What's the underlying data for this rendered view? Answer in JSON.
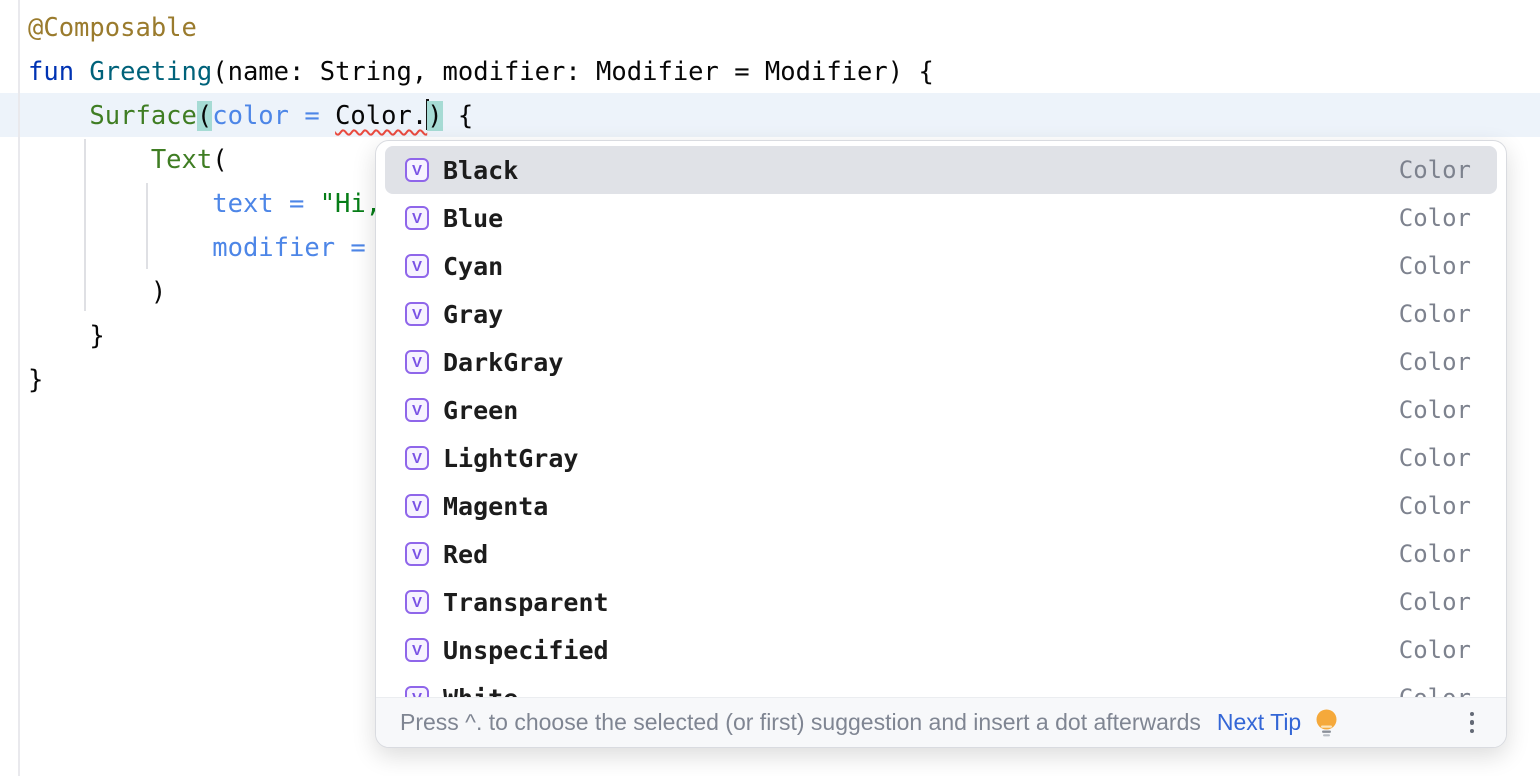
{
  "editor": {
    "lines": [
      {
        "segments": [
          {
            "t": "@Composable"
          }
        ]
      },
      {
        "segments": [
          {
            "t": "fun"
          },
          {
            "t": " "
          },
          {
            "t": "Greeting"
          },
          {
            "t": "(name: String, modifier: Modifier = Modifier) {"
          }
        ]
      },
      {
        "segments": [
          {
            "t": "    "
          },
          {
            "t": "Surface"
          },
          {
            "t": "("
          },
          {
            "t": "color = "
          },
          {
            "t": "Color."
          },
          {
            "t": ")"
          },
          {
            "t": " {"
          }
        ]
      },
      {
        "segments": [
          {
            "t": "        "
          },
          {
            "t": "Text"
          },
          {
            "t": "("
          }
        ]
      },
      {
        "segments": [
          {
            "t": "            "
          },
          {
            "t": "text = "
          },
          {
            "t": "\"Hi,"
          }
        ]
      },
      {
        "segments": [
          {
            "t": "            "
          },
          {
            "t": "modifier = "
          }
        ]
      },
      {
        "segments": [
          {
            "t": "        )"
          }
        ]
      },
      {
        "segments": [
          {
            "t": "    }"
          }
        ]
      },
      {
        "segments": [
          {
            "t": "}"
          }
        ]
      }
    ]
  },
  "completion": {
    "selected_index": 0,
    "items": [
      {
        "icon": "V",
        "label": "Black",
        "type": "Color"
      },
      {
        "icon": "V",
        "label": "Blue",
        "type": "Color"
      },
      {
        "icon": "V",
        "label": "Cyan",
        "type": "Color"
      },
      {
        "icon": "V",
        "label": "Gray",
        "type": "Color"
      },
      {
        "icon": "V",
        "label": "DarkGray",
        "type": "Color"
      },
      {
        "icon": "V",
        "label": "Green",
        "type": "Color"
      },
      {
        "icon": "V",
        "label": "LightGray",
        "type": "Color"
      },
      {
        "icon": "V",
        "label": "Magenta",
        "type": "Color"
      },
      {
        "icon": "V",
        "label": "Red",
        "type": "Color"
      },
      {
        "icon": "V",
        "label": "Transparent",
        "type": "Color"
      },
      {
        "icon": "V",
        "label": "Unspecified",
        "type": "Color"
      },
      {
        "icon": "V",
        "label": "White",
        "type": "Color"
      }
    ],
    "hint": {
      "text": "Press ^. to choose the selected (or first) suggestion and insert a dot afterwards",
      "next_tip_label": "Next Tip"
    }
  },
  "colors": {
    "annotation": "#9A7B2D",
    "keyword": "#0033B3",
    "function_declaration": "#00627A",
    "function_call": "#3F7D23",
    "named_argument": "#4D86E7",
    "string": "#067D17",
    "error_squiggle": "#E94A3F",
    "caret_row": "#EDF3FA",
    "brace_match": "#A6DBD4",
    "selection": "#E0E2E7",
    "icon_purple": "#8F66EA",
    "type_label": "#7D828E",
    "link_blue": "#3366D6",
    "bulb_yellow": "#F5A93B"
  }
}
